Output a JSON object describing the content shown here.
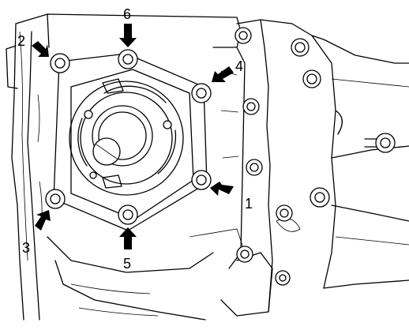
{
  "figure": {
    "labels": [
      {
        "id": "1",
        "text": "1"
      },
      {
        "id": "2",
        "text": "2"
      },
      {
        "id": "3",
        "text": "3"
      },
      {
        "id": "4",
        "text": "4"
      },
      {
        "id": "5",
        "text": "5"
      },
      {
        "id": "6",
        "text": "6"
      }
    ],
    "bolt_count": 6,
    "colors": {
      "line": "#000000",
      "background": "#ffffff"
    }
  }
}
